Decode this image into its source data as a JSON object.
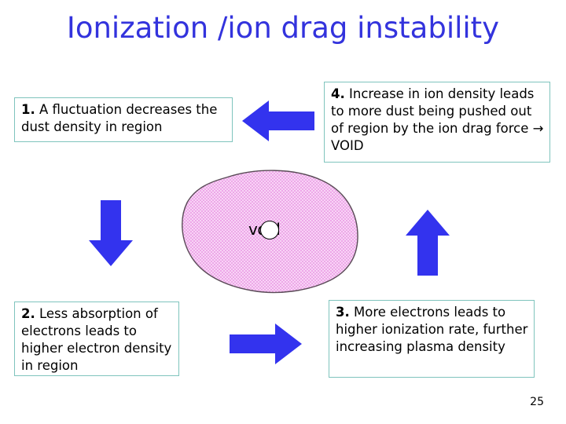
{
  "slide": {
    "title": "Ionization /ion drag instability",
    "page_number": "25",
    "title_color": "#3333dd",
    "box_border_color": "#7fc4bd",
    "arrow_color": "#3333ee",
    "blob_fill_color": "#f3bdf0",
    "blob_stroke_color": "#594a56"
  },
  "boxes": [
    {
      "id": "1",
      "number": "1.",
      "text": " A fluctuation decreases the dust density in region"
    },
    {
      "id": "2",
      "number": "2.",
      "text": " Less absorption of electrons leads to higher electron density in region"
    },
    {
      "id": "3",
      "number": "3.",
      "text": " More electrons leads to higher ionization rate, further increasing plasma density"
    },
    {
      "id": "4",
      "number": "4.",
      "text": " Increase in ion density leads to more dust being pushed out of region by the ion drag force → VOID"
    }
  ],
  "blob": {
    "label": "void"
  },
  "arrows": {
    "left": "arrow-left",
    "down": "arrow-down",
    "up": "arrow-up",
    "right": "arrow-right"
  }
}
